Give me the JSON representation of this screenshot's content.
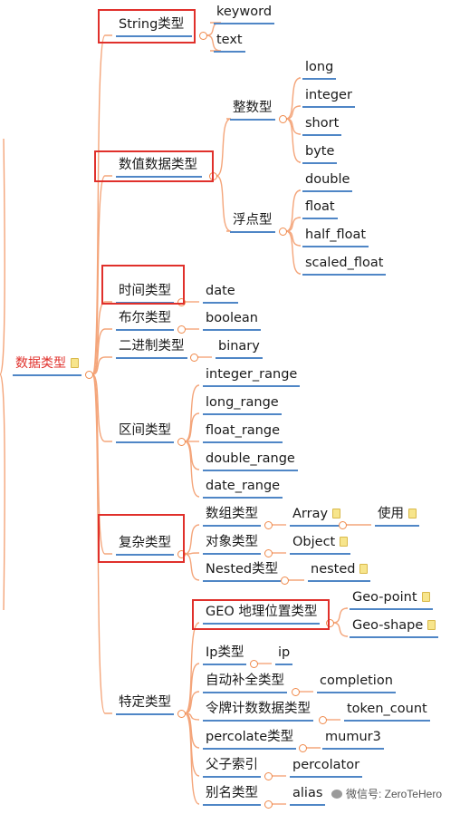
{
  "mindmap": {
    "root": {
      "label": "数据类型",
      "note": true
    },
    "groups": [
      {
        "label": "String类型",
        "highlight": true,
        "children": [
          {
            "label": "keyword"
          },
          {
            "label": "text"
          }
        ]
      },
      {
        "label": "数值数据类型",
        "highlight": true,
        "children": [
          {
            "label": "整数型",
            "children": [
              {
                "label": "long"
              },
              {
                "label": "integer"
              },
              {
                "label": "short"
              },
              {
                "label": "byte"
              }
            ]
          },
          {
            "label": "浮点型",
            "children": [
              {
                "label": "double"
              },
              {
                "label": "float"
              },
              {
                "label": "half_float"
              },
              {
                "label": "scaled_float"
              }
            ]
          }
        ]
      },
      {
        "label": "时间类型",
        "highlight": true,
        "children": [
          {
            "label": "date"
          }
        ]
      },
      {
        "label": "布尔类型",
        "children": [
          {
            "label": "boolean"
          }
        ]
      },
      {
        "label": "二进制类型",
        "children": [
          {
            "label": "binary"
          }
        ]
      },
      {
        "label": "区间类型",
        "children": [
          {
            "label": "integer_range"
          },
          {
            "label": "long_range"
          },
          {
            "label": "float_range"
          },
          {
            "label": "double_range"
          },
          {
            "label": "date_range"
          }
        ]
      },
      {
        "label": "复杂类型",
        "highlight": true,
        "children": [
          {
            "label": "数组类型",
            "children": [
              {
                "label": "Array",
                "note": true,
                "children": [
                  {
                    "label": "使用",
                    "note": true
                  }
                ]
              }
            ]
          },
          {
            "label": "对象类型",
            "children": [
              {
                "label": "Object",
                "note": true
              }
            ]
          },
          {
            "label": "Nested类型",
            "children": [
              {
                "label": "nested",
                "note": true
              }
            ]
          }
        ]
      },
      {
        "label": "特定类型",
        "children": [
          {
            "label": "GEO 地理位置类型",
            "highlight": true,
            "children": [
              {
                "label": "Geo-point",
                "note": true
              },
              {
                "label": "Geo-shape",
                "note": true
              }
            ]
          },
          {
            "label": "Ip类型",
            "children": [
              {
                "label": "ip"
              }
            ]
          },
          {
            "label": "自动补全类型",
            "children": [
              {
                "label": "completion"
              }
            ]
          },
          {
            "label": "令牌计数数据类型",
            "children": [
              {
                "label": "token_count"
              }
            ]
          },
          {
            "label": "percolate类型",
            "children": [
              {
                "label": "mumur3"
              }
            ]
          },
          {
            "label": "父子索引",
            "children": [
              {
                "label": "percolator"
              }
            ]
          },
          {
            "label": "别名类型",
            "children": [
              {
                "label": "alias"
              }
            ]
          }
        ]
      }
    ]
  },
  "colors": {
    "connector": "#f4a57a",
    "underline": "#4f86c6",
    "highlight": "#e0302b",
    "root_text": "#e0302b"
  },
  "watermark": "微信号: ZeroTeHero"
}
